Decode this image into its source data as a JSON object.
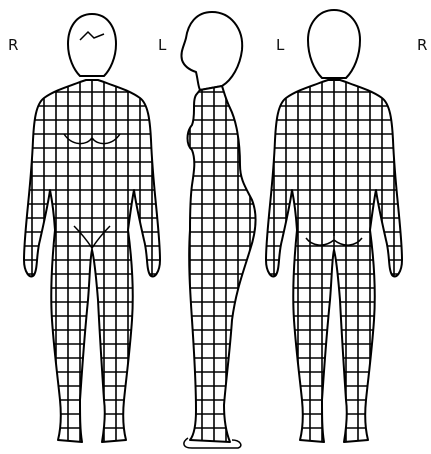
{
  "labels": {
    "front_side": "R",
    "side_view": "L",
    "back_left": "L",
    "back_right": "R"
  },
  "colors": {
    "line": "#000000",
    "background": "#ffffff"
  }
}
